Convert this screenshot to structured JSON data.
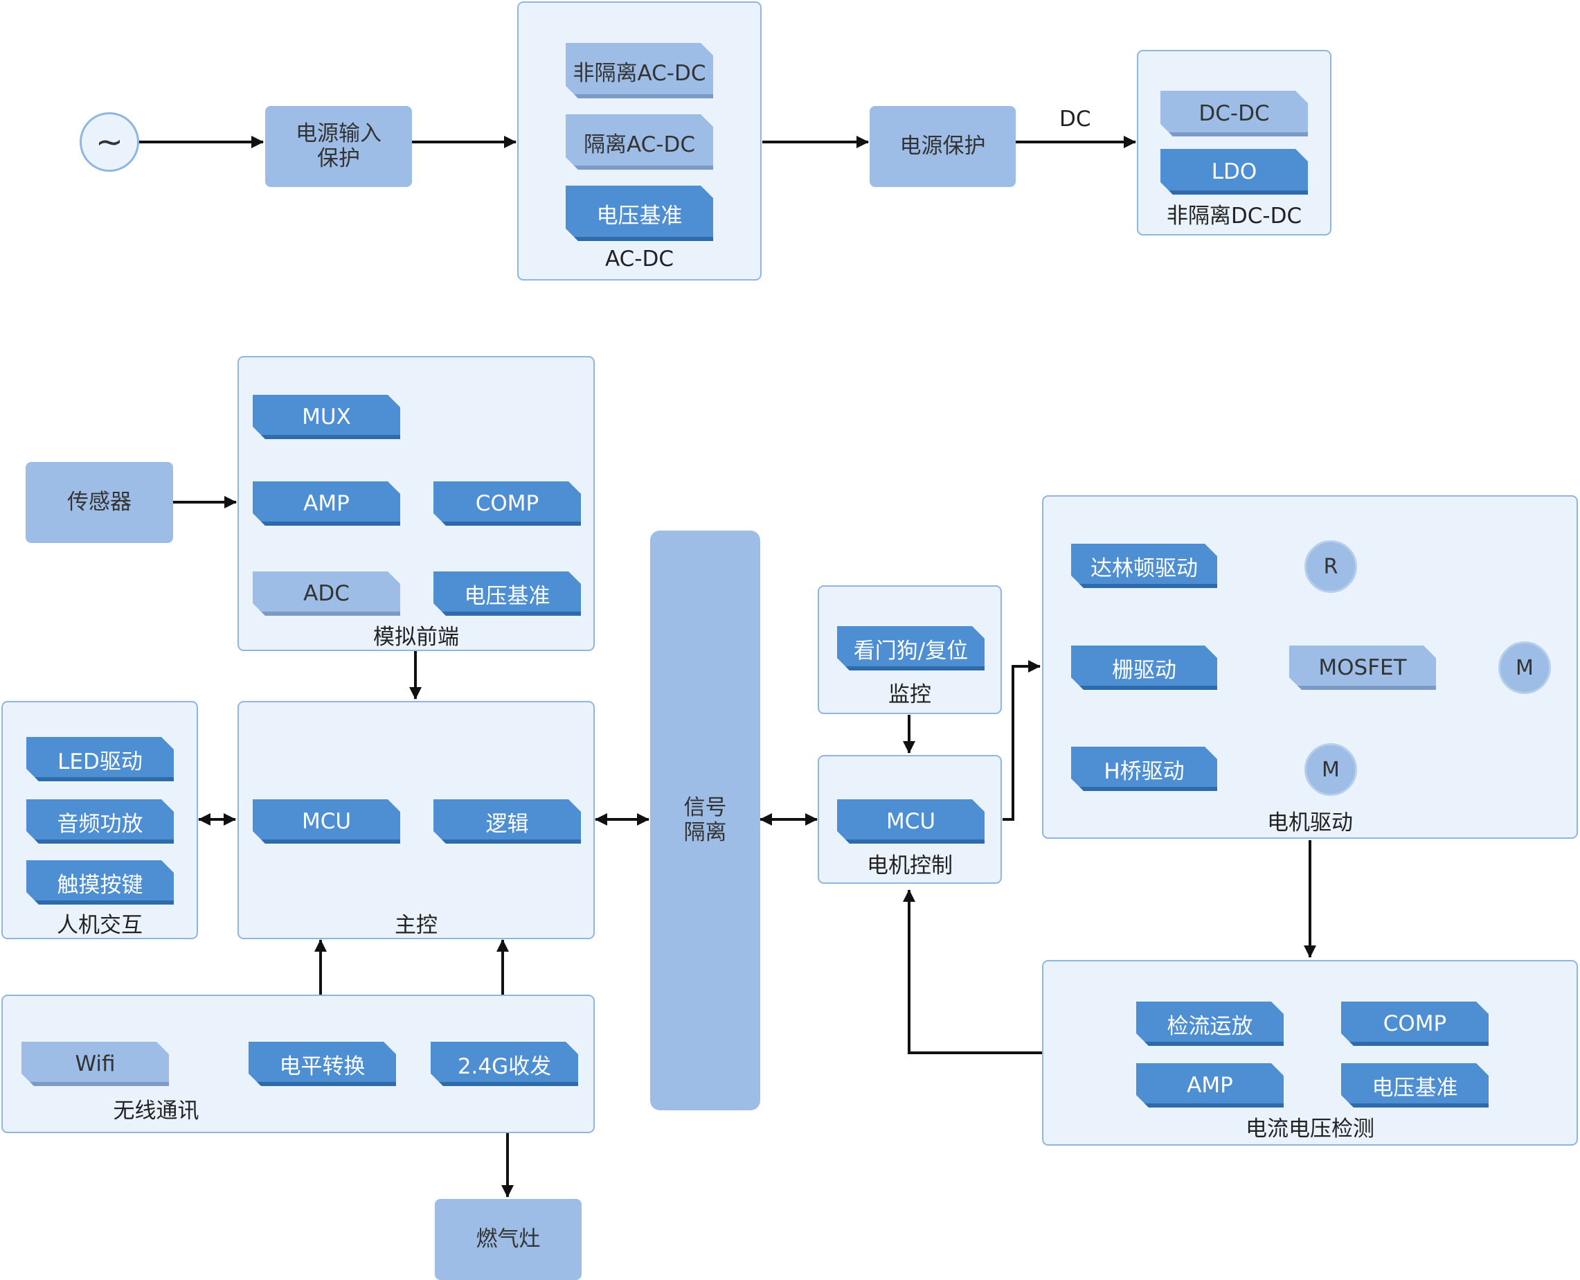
{
  "power_chain": {
    "ac_source_symbol": "~",
    "input_protection": "电源输入\n保护",
    "acdc_group": {
      "label": "AC-DC",
      "items": [
        "非隔离AC-DC",
        "隔离AC-DC",
        "电压基准"
      ]
    },
    "power_protection": "电源保护",
    "dc_label": "DC",
    "dcdc_group": {
      "label": "非隔离DC-DC",
      "items": [
        "DC-DC",
        "LDO"
      ]
    }
  },
  "sensor": "传感器",
  "analog_front_end": {
    "label": "模拟前端",
    "mux": "MUX",
    "amp": "AMP",
    "comp": "COMP",
    "adc": "ADC",
    "vref": "电压基准"
  },
  "hmi": {
    "label": "人机交互",
    "items": [
      "LED驱动",
      "音频功放",
      "触摸按键"
    ]
  },
  "main_control": {
    "label": "主控",
    "mcu": "MCU",
    "logic": "逻辑"
  },
  "wireless": {
    "label": "无线通讯",
    "wifi": "Wifi",
    "level_shift": "电平转换",
    "rf24": "2.4G收发"
  },
  "gas_stove": "燃气灶",
  "signal_isolation": "信号\n隔离",
  "monitor": {
    "label": "监控",
    "watchdog": "看门狗/复位"
  },
  "motor_control": {
    "label": "电机控制",
    "mcu": "MCU"
  },
  "motor_drive": {
    "label": "电机驱动",
    "darlington": "达林顿驱动",
    "gate_drive": "栅驱动",
    "mosfet": "MOSFET",
    "hbridge": "H桥驱动",
    "load_r": "R",
    "motor_1": "M",
    "motor_2": "M"
  },
  "current_voltage_sense": {
    "label": "电流电压检测",
    "current_amp": "检流运放",
    "comp": "COMP",
    "amp": "AMP",
    "vref": "电压基准"
  },
  "colors": {
    "chip_dark": "#4e8fd4",
    "chip_light": "#9ebde6",
    "group_fill": "#eaf3fc",
    "group_border": "#8fb5e1",
    "wire": "#111111"
  }
}
